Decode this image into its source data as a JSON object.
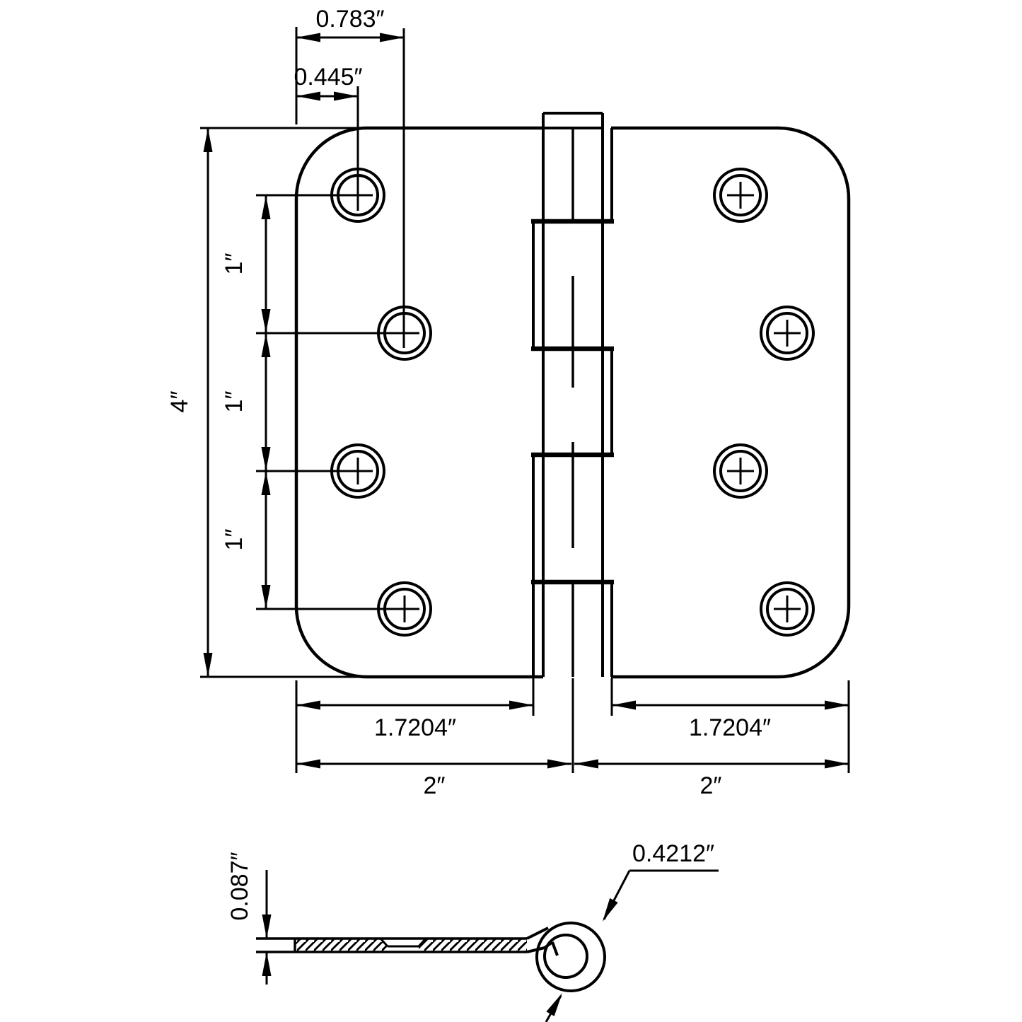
{
  "document": {
    "type": "technical-drawing",
    "subject": "door-hinge",
    "background": "#ffffff",
    "line_color": "#000000"
  },
  "plan_view": {
    "dims": {
      "hole_offset_outer": "0.783″",
      "hole_offset_inner": "0.445″",
      "leaf_height": "4″",
      "hole_spacings": [
        "1″",
        "1″",
        "1″"
      ],
      "leaf_width_left": "1.7204″",
      "leaf_width_right": "1.7204″",
      "half_width_left": "2″",
      "half_width_right": "2″"
    }
  },
  "section_view": {
    "dims": {
      "leaf_thickness": "0.087″",
      "knuckle_diameter": "0.4212″"
    }
  }
}
